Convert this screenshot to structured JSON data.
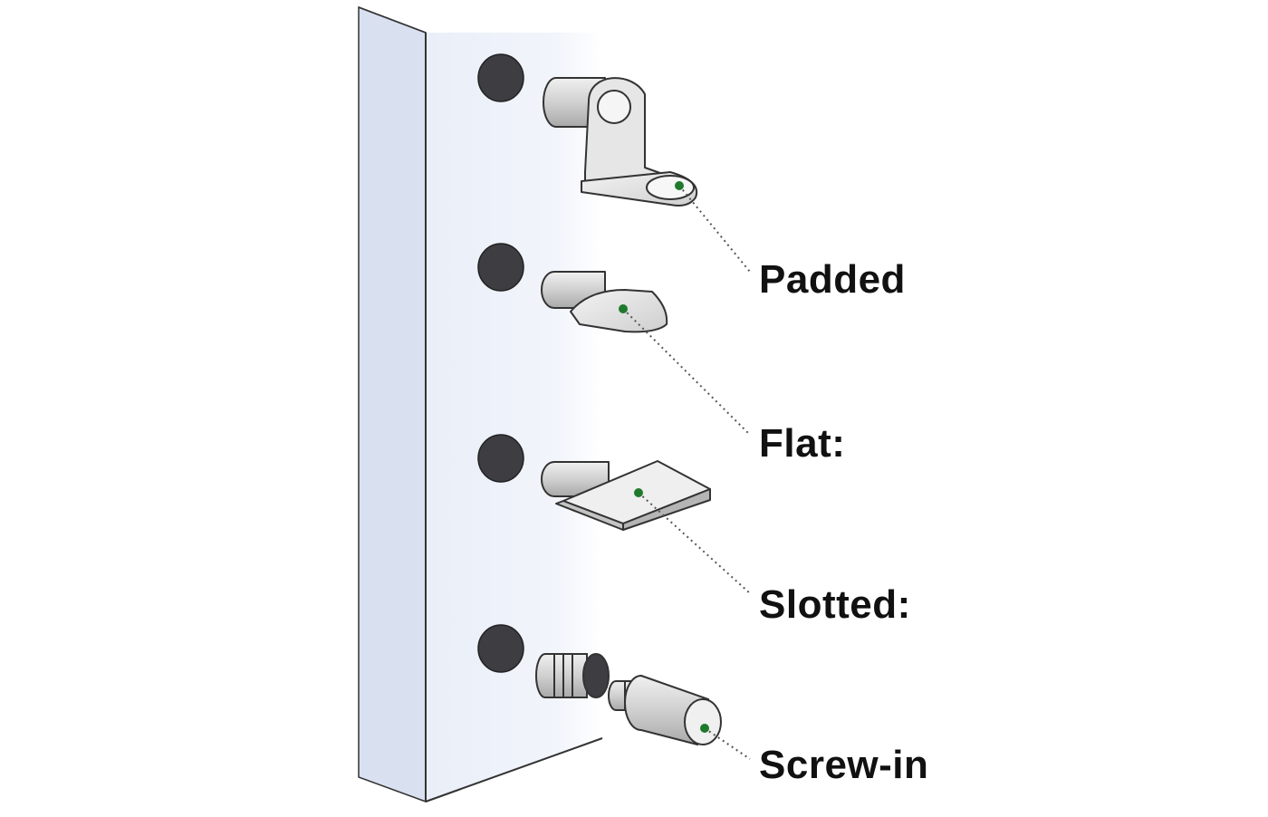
{
  "labels": {
    "padded": "Padded",
    "flat": "Flat:",
    "slotted": "Slotted:",
    "screw_in": "Screw-in"
  },
  "colors": {
    "panel_front": "#eef2fa",
    "panel_side": "#d9e0ef",
    "hole": "#3d3d42",
    "metal": "#d8d8d8",
    "marker": "#1f7a2e",
    "leader": "#555555",
    "text": "#111111"
  }
}
